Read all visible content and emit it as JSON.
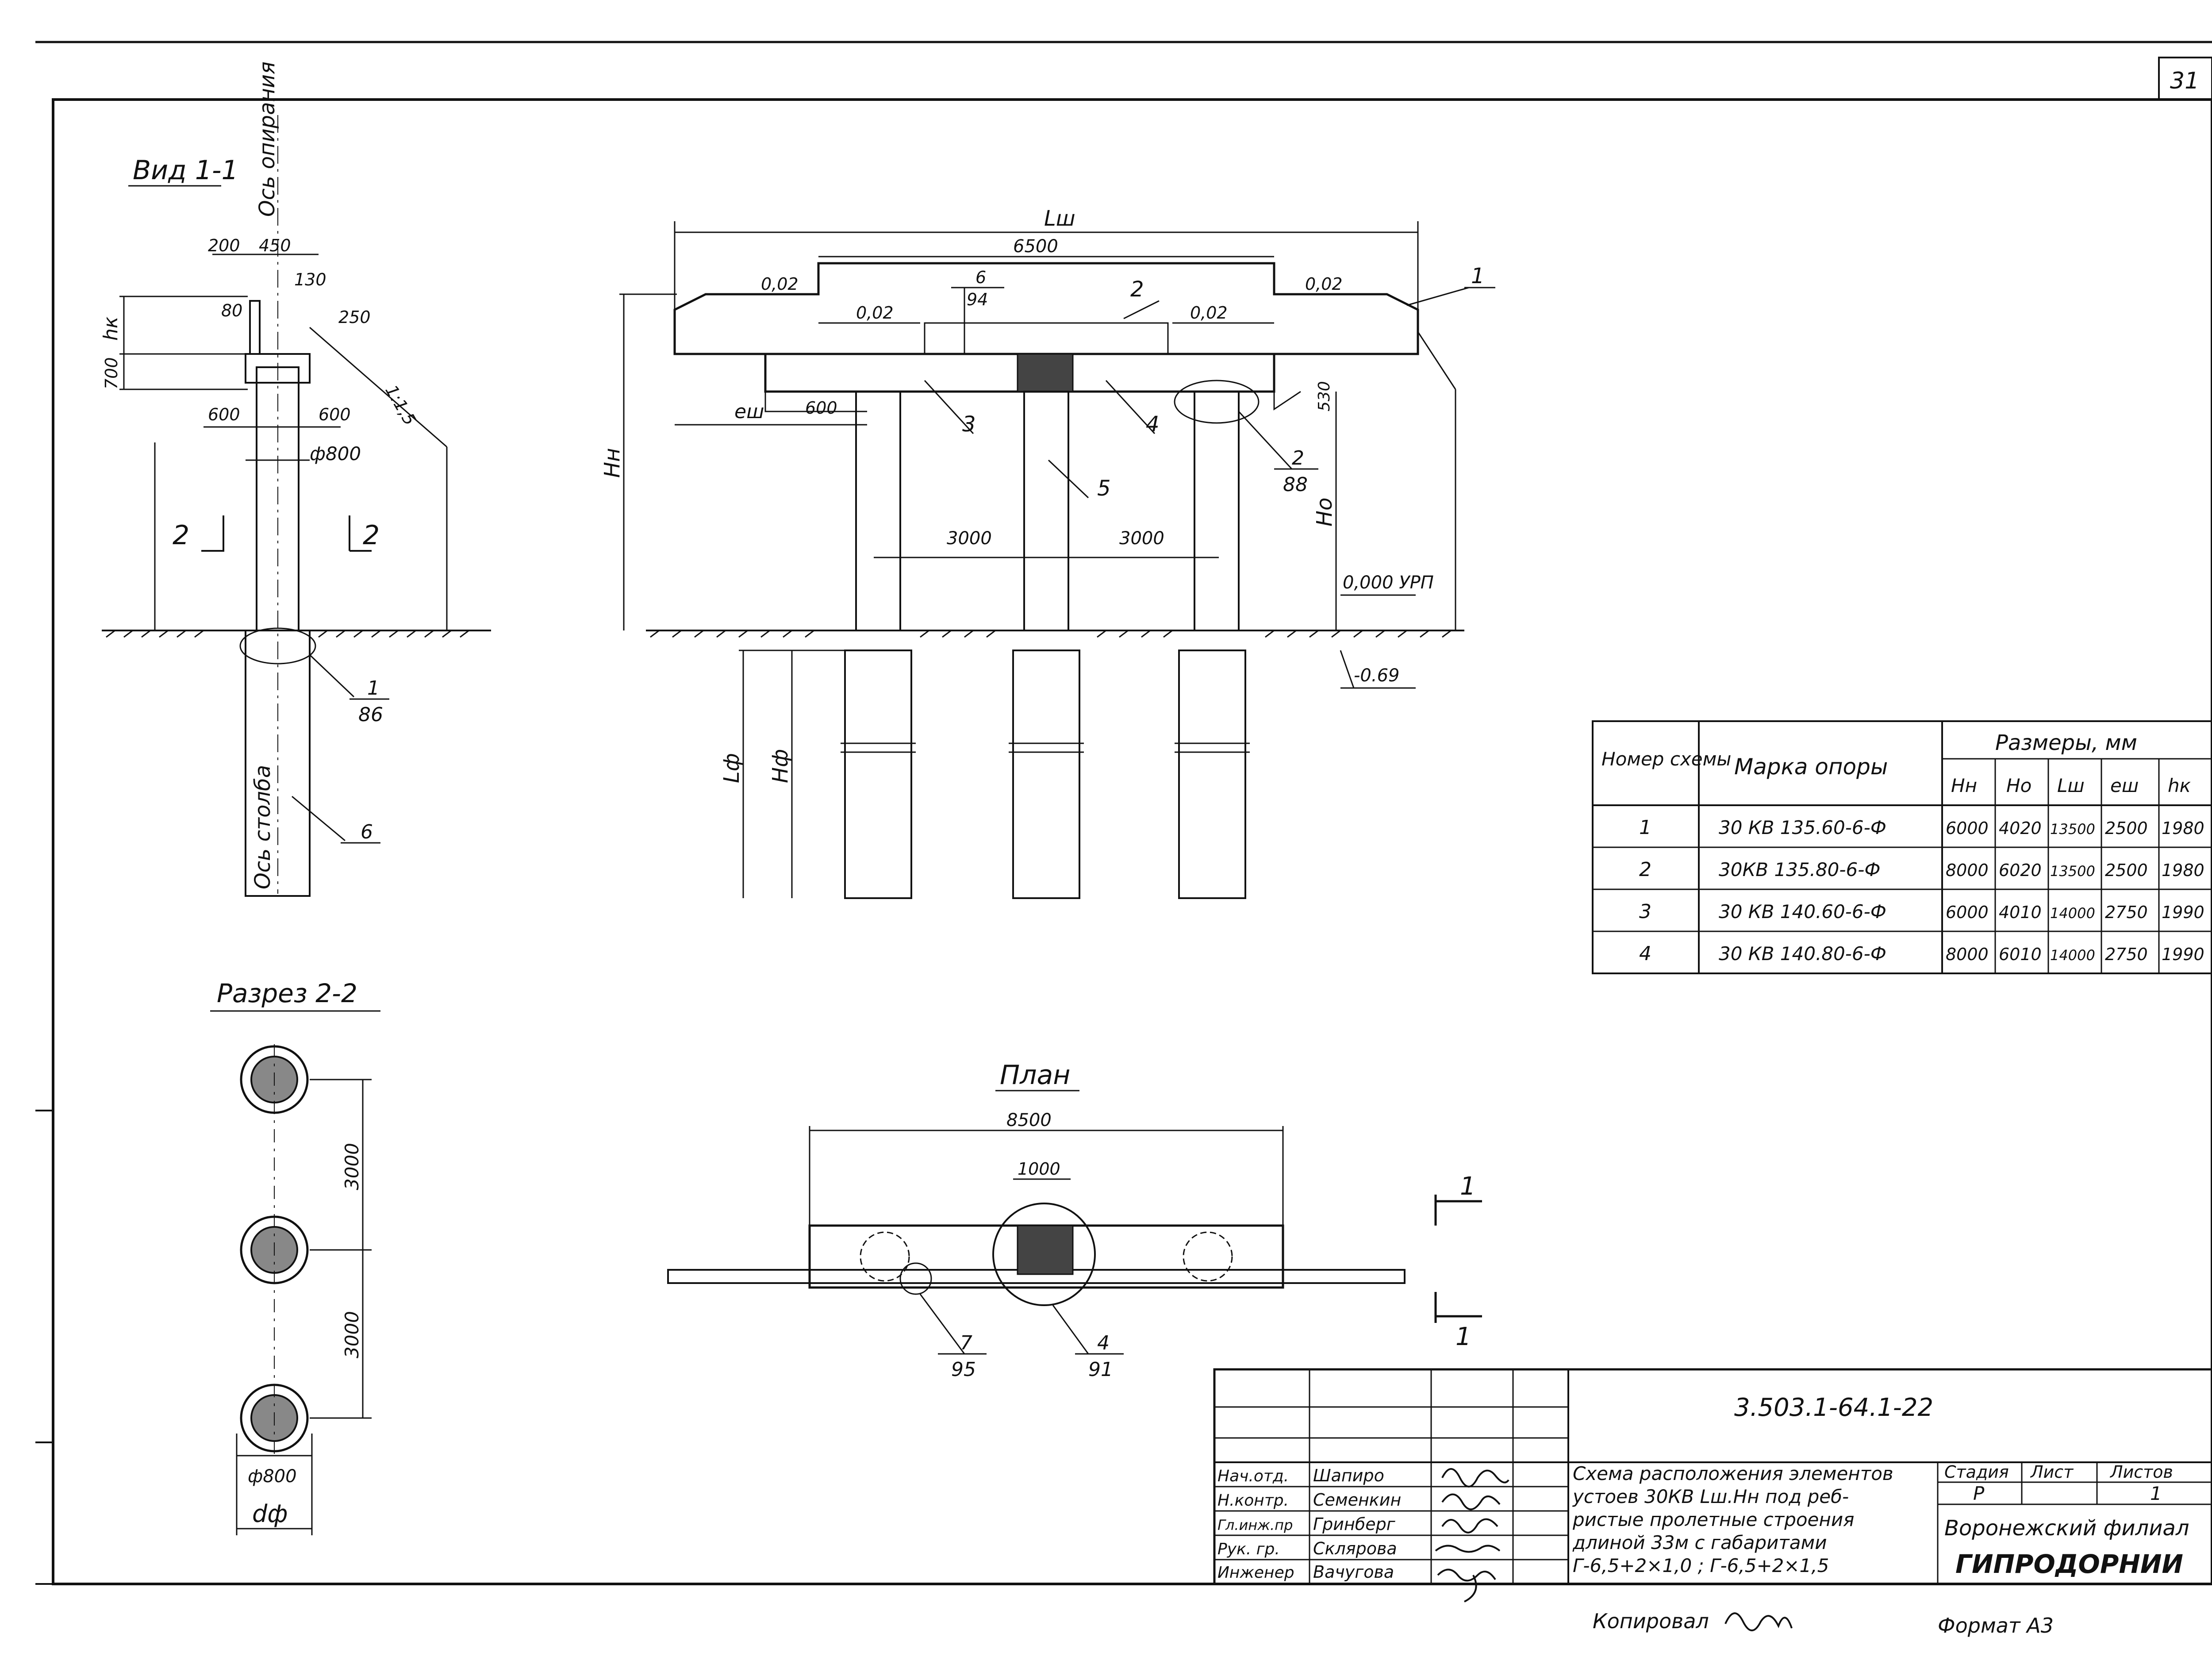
{
  "sheet": {
    "number": "31",
    "format_note": "Формат А3",
    "copied_by": "Копировал"
  },
  "views": {
    "side": {
      "title": "Вид 1-1",
      "axis_support": "Ось опирания",
      "axis_pillar": "Ось столба",
      "dims": [
        "200",
        "450",
        "130",
        "80",
        "250",
        "hк",
        "700",
        "1:1,5",
        "600",
        "600",
        "ф800"
      ],
      "section_mark": "2",
      "callouts": [
        {
          "num": "1",
          "den": "86"
        },
        {
          "num": "6",
          "den": ""
        }
      ]
    },
    "front": {
      "dims_top": [
        "Lш",
        "6500"
      ],
      "slopes": [
        "0,02",
        "0,02",
        "0,02",
        "0,02"
      ],
      "dims_mid": [
        "eш",
        "600",
        "3000",
        "3000",
        "530"
      ],
      "heights": [
        "Hн",
        "Hо",
        "Lф",
        "Hф"
      ],
      "levels": [
        "0,000 УРП",
        "-0.69"
      ],
      "parts": [
        "1",
        "2",
        "3",
        "4",
        "5"
      ],
      "callouts": [
        {
          "num": "6",
          "den": "94"
        },
        {
          "num": "2",
          "den": "88"
        }
      ]
    },
    "section": {
      "title": "Разрез 2-2",
      "dims": [
        "3000",
        "3000",
        "ф800",
        "dф"
      ]
    },
    "plan": {
      "title": "План",
      "dims": [
        "8500",
        "1000"
      ],
      "callouts": [
        {
          "num": "7",
          "den": "95"
        },
        {
          "num": "4",
          "den": "91"
        }
      ],
      "section_marks": [
        "1",
        "1"
      ]
    }
  },
  "table": {
    "headers": {
      "scheme": "Номер схемы",
      "mark": "Марка опоры",
      "group": "Размеры, мм"
    },
    "subheaders": [
      "Hн",
      "Hо",
      "Lш",
      "eш",
      "hк"
    ],
    "rows": [
      {
        "n": "1",
        "mark": "30 КВ 135.60-6-Ф",
        "vals": [
          "6000",
          "4020",
          "13500",
          "2500",
          "1980"
        ]
      },
      {
        "n": "2",
        "mark": "30КВ 135.80-6-Ф",
        "vals": [
          "8000",
          "6020",
          "13500",
          "2500",
          "1980"
        ]
      },
      {
        "n": "3",
        "mark": "30 КВ 140.60-6-Ф",
        "vals": [
          "6000",
          "4010",
          "14000",
          "2750",
          "1990"
        ]
      },
      {
        "n": "4",
        "mark": "30 КВ 140.80-6-Ф",
        "vals": [
          "8000",
          "6010",
          "14000",
          "2750",
          "1990"
        ]
      }
    ]
  },
  "stamp": {
    "code": "3.503.1-64.1-22",
    "roles": [
      {
        "role": "Нач.отд.",
        "name": "Шапиро"
      },
      {
        "role": "Н.контр.",
        "name": "Семенкин"
      },
      {
        "role": "Гл.инж.пр",
        "name": "Гринберг"
      },
      {
        "role": "Рук. гр.",
        "name": "Склярова"
      },
      {
        "role": "Инженер",
        "name": "Вачугова"
      }
    ],
    "title_lines": [
      "Схема расположения элементов",
      "устоев 30КВ Lш.Hн под реб-",
      "ристые пролетные строения",
      "длиной 33м с габаритами",
      "Г-6,5+2×1,0 ; Г-6,5+2×1,5"
    ],
    "stage_label": "Стадия",
    "sheet_label": "Лист",
    "sheets_label": "Листов",
    "stage": "Р",
    "sheet": "",
    "sheets": "1",
    "org_line1": "Воронежский филиал",
    "org_line2": "ГИПРОДОРНИИ"
  }
}
